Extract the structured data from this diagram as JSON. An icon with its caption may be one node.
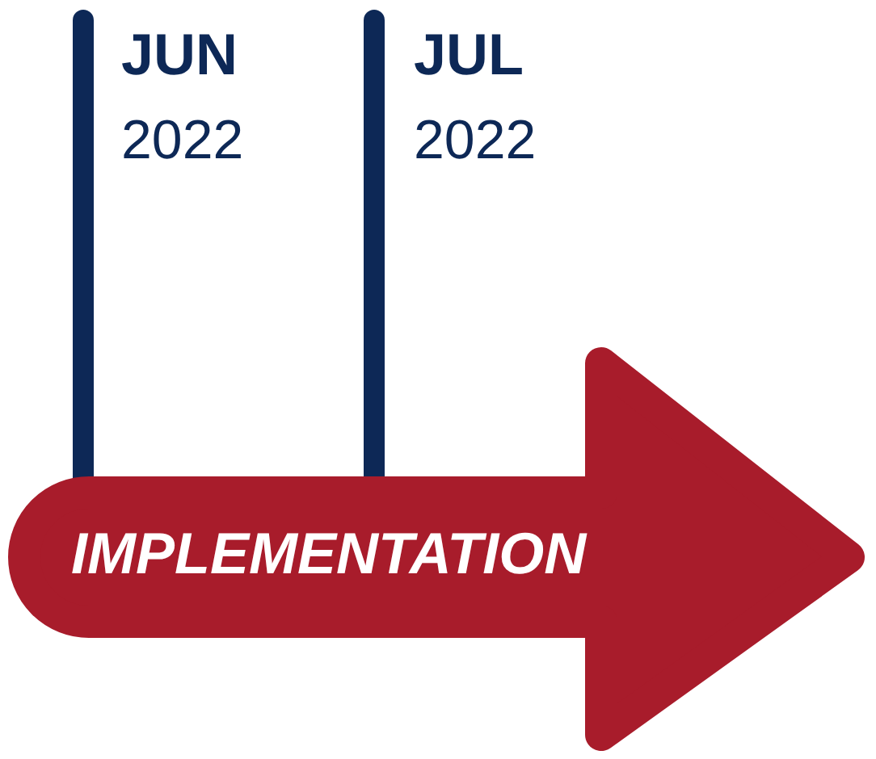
{
  "diagram": {
    "nodes": [
      {
        "text": [
          "IMPLEMENTATION"
        ]
      }
    ],
    "labels": [
      "JUN",
      "2022",
      "JUL",
      "2022"
    ]
  }
}
